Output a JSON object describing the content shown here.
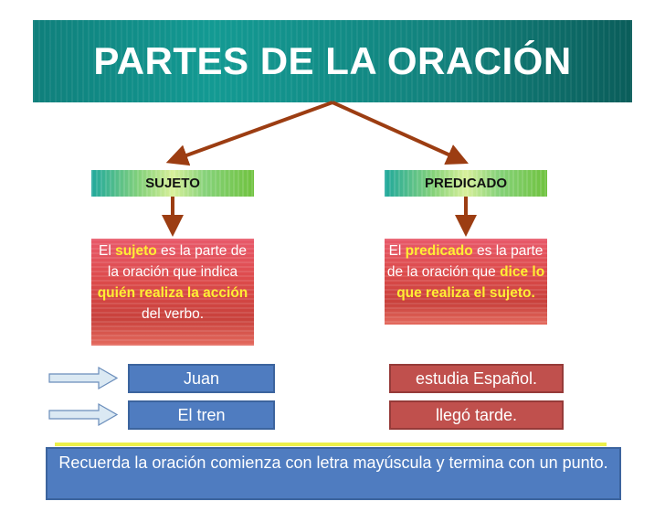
{
  "title": "PARTES DE LA ORACIÓN",
  "subject": {
    "label": "SUJETO",
    "definition": {
      "p1": "El ",
      "h1": "sujeto",
      "p2": " es la parte de la oración que indica ",
      "h2": "quién realiza la acción",
      "p3": " del verbo."
    }
  },
  "predicate": {
    "label": "PREDICADO",
    "definition": {
      "p1": "El ",
      "h1": "predicado",
      "p2": " es la parte de la oración que ",
      "h2": "dice lo que realiza el sujeto."
    }
  },
  "examples": [
    {
      "subject": "Juan",
      "predicate": "estudia Español."
    },
    {
      "subject": "El tren",
      "predicate": "llegó tarde."
    }
  ],
  "note": "Recuerda la oración comienza con letra mayúscula y termina con un punto.",
  "colors": {
    "title_bg": "#129089",
    "arrow": "#9c3d12",
    "definition_bg": "#dc4a4a",
    "highlight": "#ffee33",
    "subject_example_bg": "#4f7cc0",
    "predicate_example_bg": "#c0504d"
  }
}
